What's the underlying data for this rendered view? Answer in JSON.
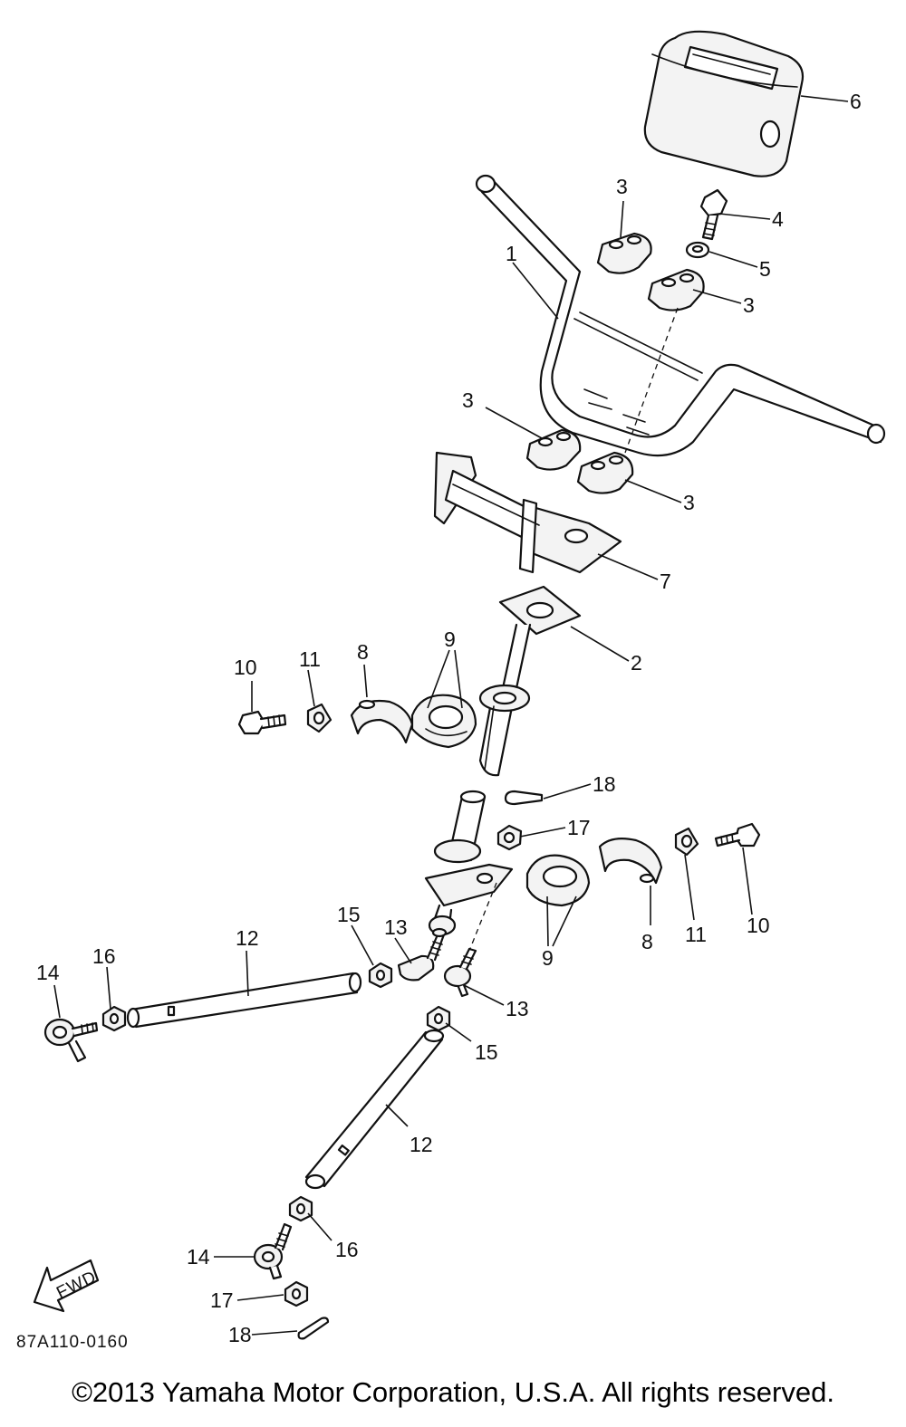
{
  "figure_code": "87A110-0160",
  "fwd_arrow_text": "FWD",
  "copyright": "©2013 Yamaha Motor Corporation, U.S.A. All rights reserved.",
  "callouts": {
    "c1": "1",
    "c2": "2",
    "c3a": "3",
    "c3b": "3",
    "c3c": "3",
    "c3d": "3",
    "c4": "4",
    "c5": "5",
    "c6": "6",
    "c7": "7",
    "c8a": "8",
    "c8b": "8",
    "c9a": "9",
    "c9b": "9",
    "c10a": "10",
    "c10b": "10",
    "c11a": "11",
    "c11b": "11",
    "c12a": "12",
    "c12b": "12",
    "c13a": "13",
    "c13b": "13",
    "c14a": "14",
    "c14b": "14",
    "c15a": "15",
    "c15b": "15",
    "c16a": "16",
    "c16b": "16",
    "c17a": "17",
    "c17b": "17",
    "c18a": "18",
    "c18b": "18"
  }
}
